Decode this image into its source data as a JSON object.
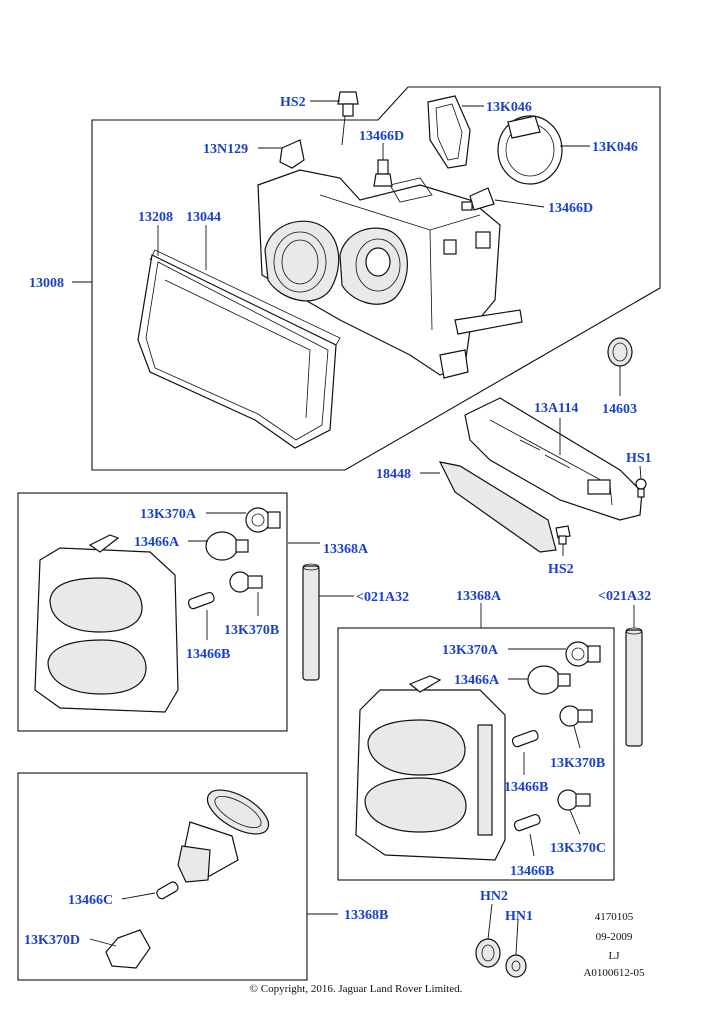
{
  "labels": {
    "hs2_top": "HS2",
    "k046_a": "13K046",
    "n129": "13N129",
    "d466_a": "13466D",
    "k046_b": "13K046",
    "d466_b": "13466D",
    "p13208": "13208",
    "p13044": "13044",
    "p13008": "13008",
    "p14603": "14603",
    "a114": "13A114",
    "hs1": "HS1",
    "p18448": "18448",
    "hs2_bottom": "HS2",
    "k370a_left": "13K370A",
    "a466_left": "13466A",
    "p13368a_left": "13368A",
    "a32_left": "<021A32",
    "k370b_left": "13K370B",
    "b466_left": "13466B",
    "p13368a_right": "13368A",
    "a32_right": "<021A32",
    "k370a_right": "13K370A",
    "a466_right": "13466A",
    "k370b_right": "13K370B",
    "b466_right_1": "13466B",
    "k370c_right": "13K370C",
    "b466_right_2": "13466B",
    "c466": "13466C",
    "k370d": "13K370D",
    "p13368b": "13368B",
    "hn2": "HN2",
    "hn1": "HN1"
  },
  "meta": {
    "line1": "4170105",
    "line2": "09-2009",
    "line3": "LJ",
    "line4": "A0100612-05"
  },
  "copyright": "© Copyright, 2016. Jaguar Land Rover Limited."
}
